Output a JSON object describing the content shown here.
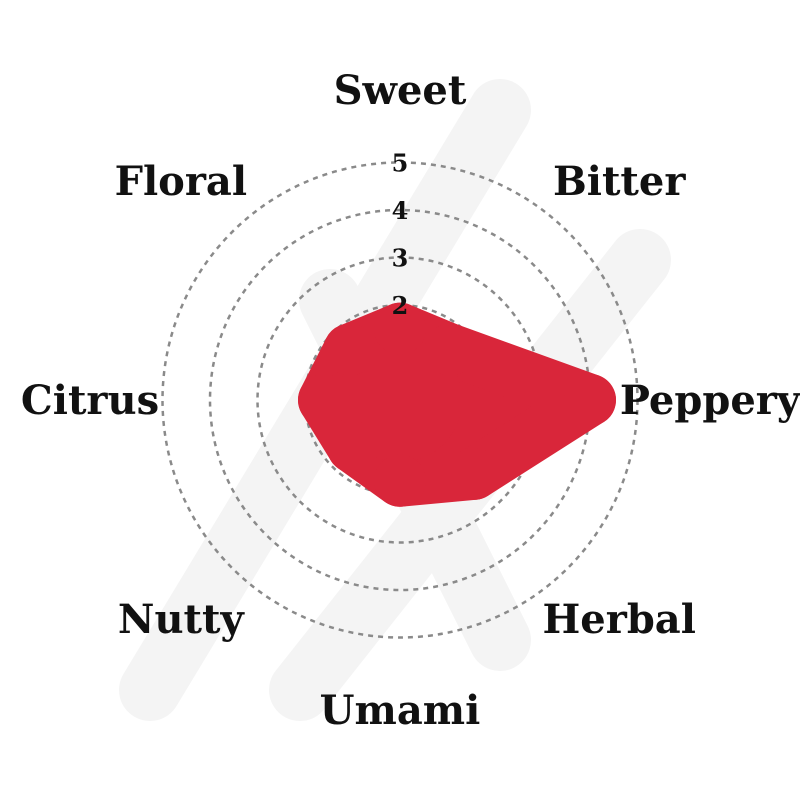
{
  "chart_data": {
    "type": "radar",
    "axes": [
      "Sweet",
      "Bitter",
      "Peppery",
      "Herbal",
      "Umami",
      "Nutty",
      "Citrus",
      "Floral"
    ],
    "values": [
      1.5,
      1.5,
      4.0,
      2.2,
      1.7,
      1.4,
      1.6,
      1.5
    ],
    "rlim": [
      0,
      5
    ],
    "ticks": [
      2,
      3,
      4,
      5
    ],
    "fill_color": "#d9263a",
    "ring_color": "#8a8a8a",
    "watermark_color": "#f4f4f4",
    "grid": true
  }
}
